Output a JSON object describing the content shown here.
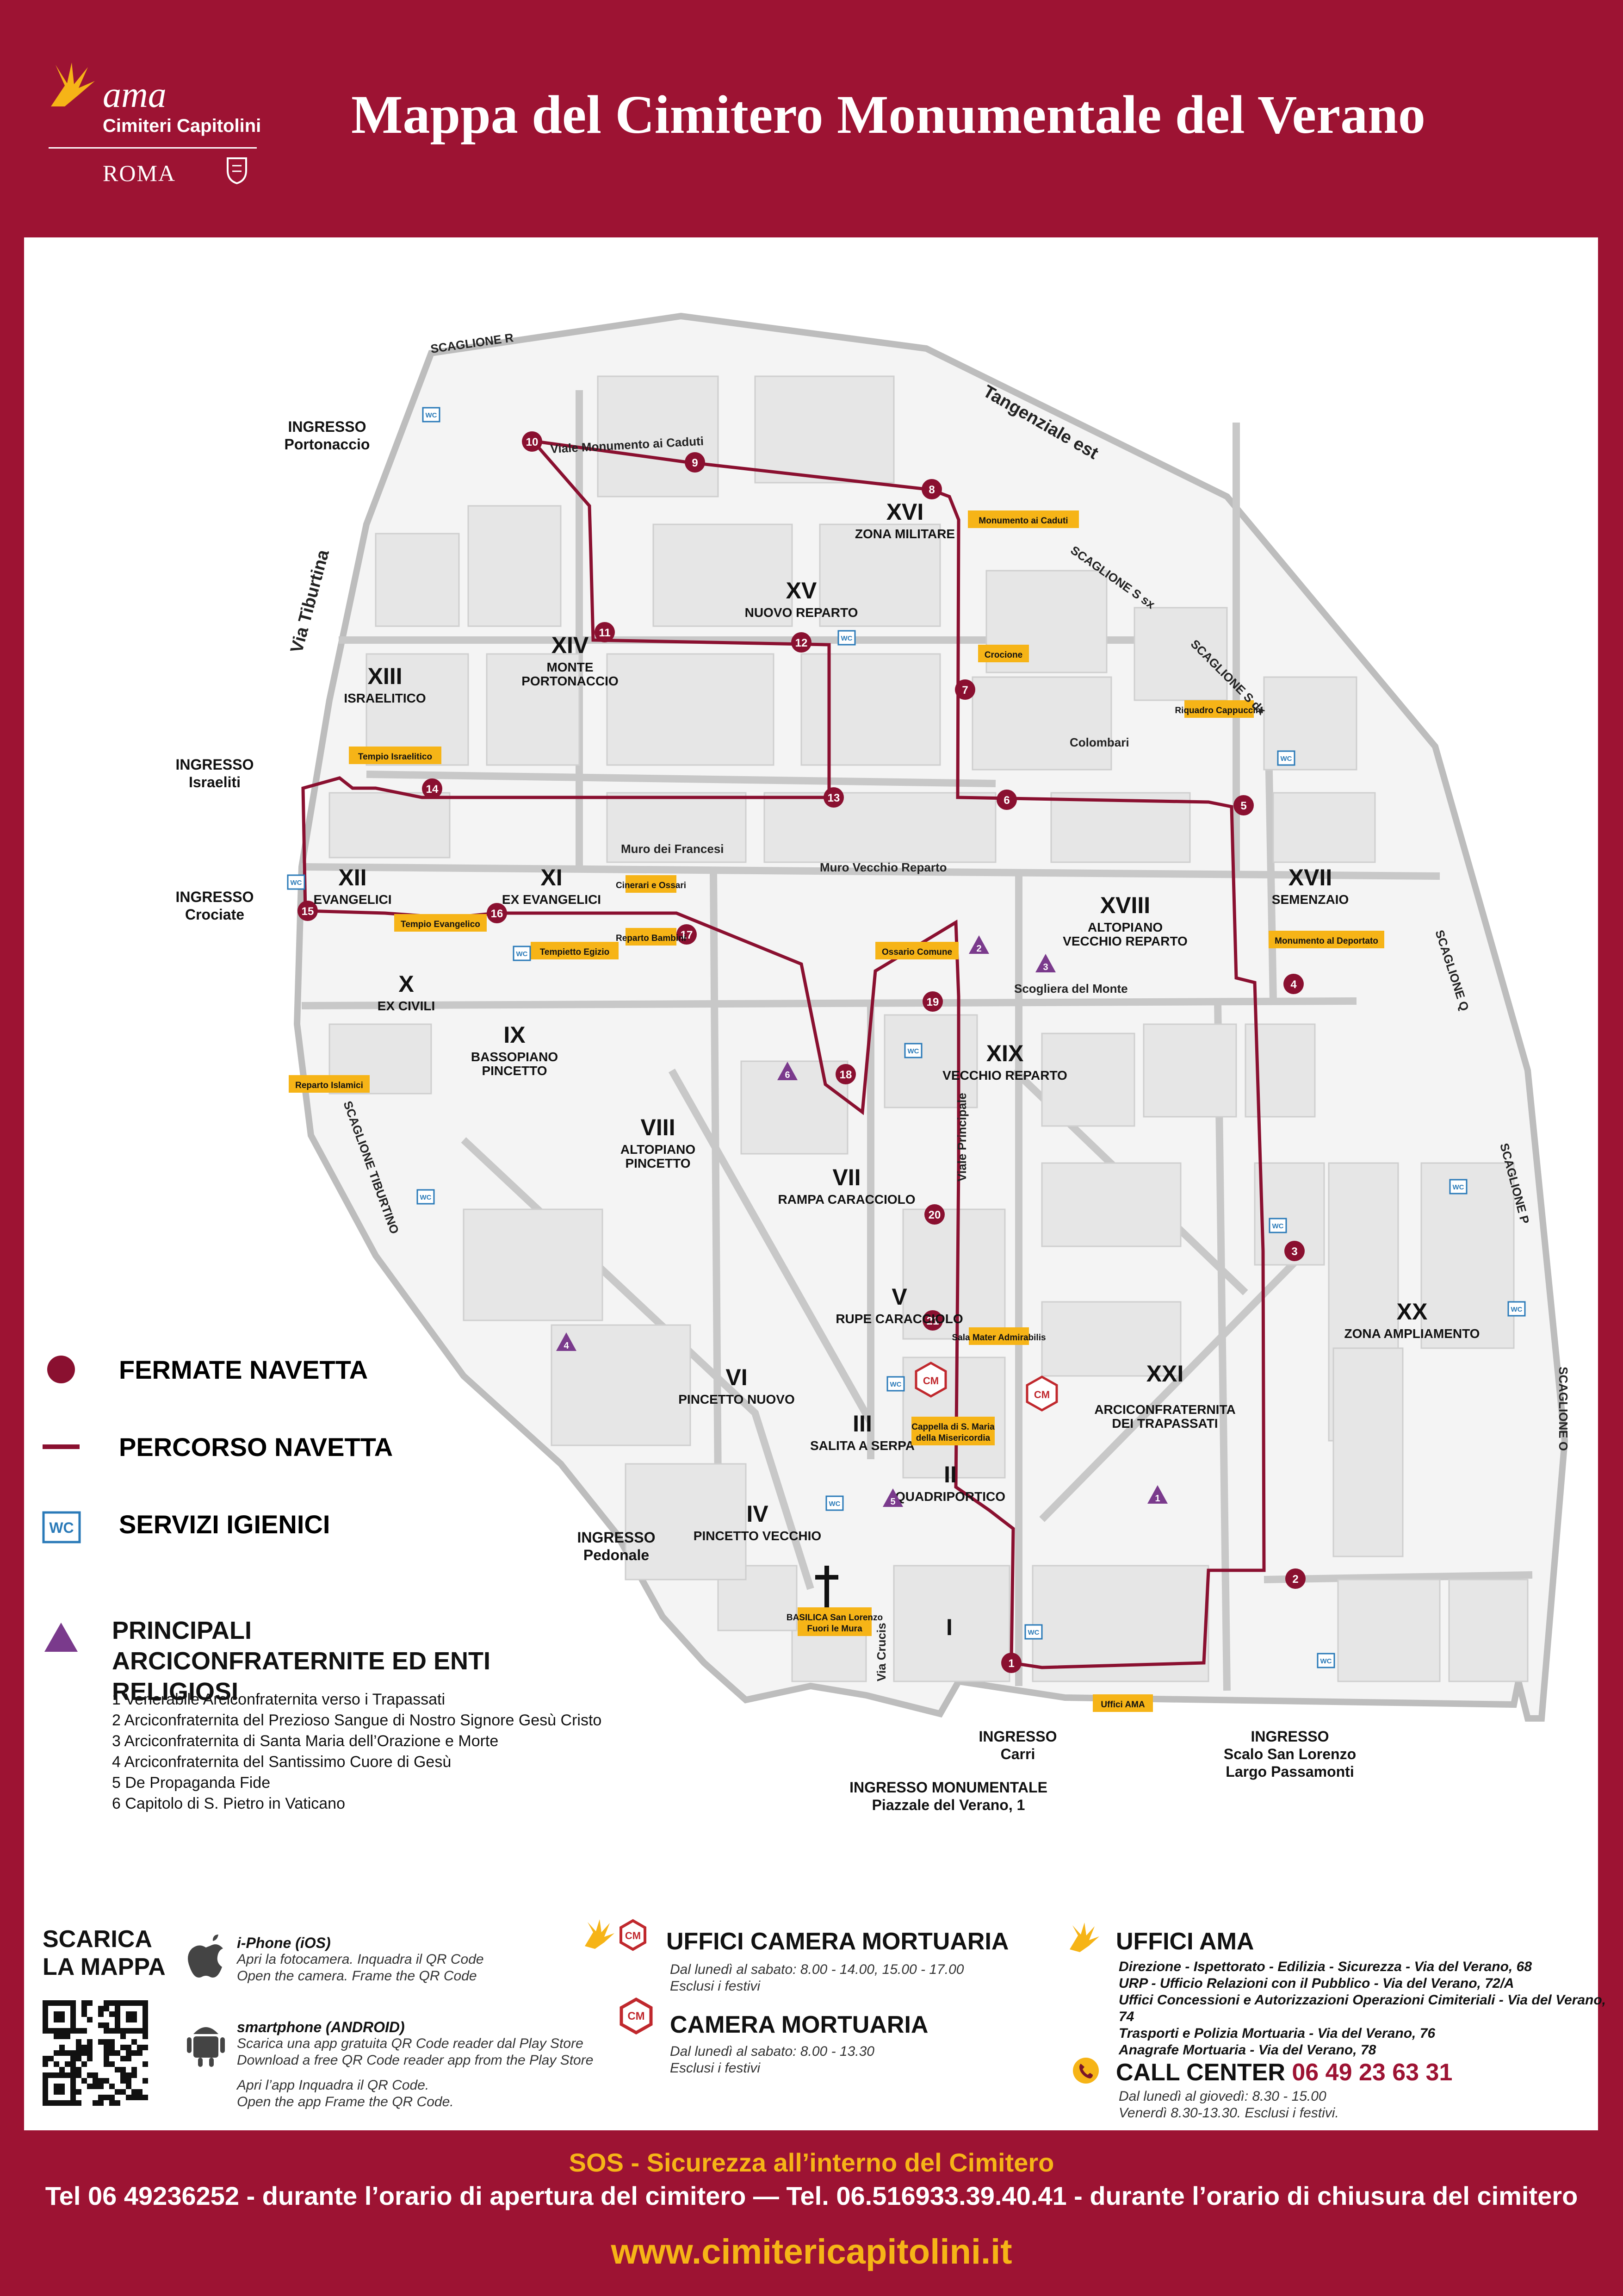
{
  "header": {
    "brand": "ama",
    "brand_sub": "Cimiteri Capitolini",
    "city": "ROMA",
    "title": "Mappa del Cimitero Monumentale del Verano"
  },
  "colors": {
    "maroon": "#9d1333",
    "route": "#8a1030",
    "yellow": "#f6b417",
    "wc_blue": "#2a7ab8",
    "purple": "#7a3a8c"
  },
  "map": {
    "route_stops": [
      "1",
      "2",
      "3",
      "4",
      "5",
      "6",
      "7",
      "8",
      "9",
      "10",
      "11",
      "12",
      "13",
      "14",
      "15",
      "16",
      "17",
      "18",
      "19",
      "20",
      "21"
    ],
    "sectors": [
      {
        "num": "I",
        "name": ""
      },
      {
        "num": "II",
        "name": "QUADRIPORTICO"
      },
      {
        "num": "III",
        "name": "SALITA A SERPA"
      },
      {
        "num": "IV",
        "name": "PINCETTO VECCHIO"
      },
      {
        "num": "V",
        "name": "RUPE CARACCIOLO"
      },
      {
        "num": "VI",
        "name": "PINCETTO NUOVO"
      },
      {
        "num": "VII",
        "name": "RAMPA CARACCIOLO"
      },
      {
        "num": "VIII",
        "name": "ALTOPIANO PINCETTO"
      },
      {
        "num": "IX",
        "name": "BASSOPIANO PINCETTO"
      },
      {
        "num": "X",
        "name": "EX CIVILI"
      },
      {
        "num": "XI",
        "name": "EX EVANGELICI"
      },
      {
        "num": "XII",
        "name": "EVANGELICI"
      },
      {
        "num": "XIII",
        "name": "ISRAELITICO"
      },
      {
        "num": "XIV",
        "name": "MONTE PORTONACCIO"
      },
      {
        "num": "XV",
        "name": "NUOVO REPARTO"
      },
      {
        "num": "XVI",
        "name": "ZONA MILITARE"
      },
      {
        "num": "XVII",
        "name": "SEMENZAIO"
      },
      {
        "num": "XVIII",
        "name": "ALTOPIANO VECCHIO REPARTO"
      },
      {
        "num": "XIX",
        "name": "VECCHIO REPARTO"
      },
      {
        "num": "XX",
        "name": "ZONA AMPLIAMENTO"
      },
      {
        "num": "XXI",
        "name": "ARCICONFRATERNITA DEI TRAPASSATI"
      }
    ],
    "yellow_labels": [
      "Monumento ai Caduti",
      "Crocione",
      "Riquadro Cappuccini",
      "Tempio Israelitico",
      "Tempio Evangelico",
      "Tempietto Egizio",
      "Reparto Bambini",
      "Cinerari e Ossari",
      "Ossario Comune",
      "Monumento al Deportato",
      "Reparto Islamici",
      "Sala Mater Admirabilis",
      "Cappella di S. Maria della Misericordia",
      "BASILICA San Lorenzo Fuori le Mura",
      "Uffici AMA"
    ],
    "road_labels": [
      "SCAGLIONE R",
      "Tangenziale est",
      "SCAGLIONE S sx",
      "SCAGLIONE S dx",
      "SCAGLIONE Q",
      "SCAGLIONE P",
      "SCAGLIONE O",
      "SCAGLIONE TIBURTINO",
      "Via Tiburtina",
      "Viale Monumento ai Caduti",
      "Muro dei Francesi",
      "Muro Vecchio Reparto",
      "Viale Principale",
      "Colombari",
      "Scogliera del Monte",
      "Via Crucis"
    ],
    "entrances": [
      "INGRESSO Portonaccio",
      "INGRESSO Israeliti",
      "INGRESSO Crociate",
      "INGRESSO Pedonale",
      "INGRESSO MONUMENTALE Piazzale del Verano, 1",
      "INGRESSO Carri",
      "INGRESSO Scalo San Lorenzo Largo Passamonti"
    ],
    "arci_markers": [
      "1",
      "2",
      "3",
      "4",
      "5",
      "6"
    ]
  },
  "legend": {
    "stops": "FERMATE NAVETTA",
    "route": "PERCORSO NAVETTA",
    "wc": "SERVIZI IGIENICI",
    "wc_icon_text": "WC",
    "arci_title": "PRINCIPALI ARCICONFRATERNITE ED ENTI RELIGIOSI",
    "arci_items": [
      "1 Venerabile Arciconfraternita verso i Trapassati",
      "2 Arciconfraternita del Prezioso Sangue di Nostro Signore Gesù Cristo",
      "3 Arciconfraternita di Santa Maria dell’Orazione e Morte",
      "4 Arciconfraternita del Santissimo Cuore di Gesù",
      "5 De Propaganda Fide",
      "6 Capitolo di S. Pietro in Vaticano"
    ]
  },
  "footer": {
    "download_title_1": "SCARICA",
    "download_title_2": "LA MAPPA",
    "ios_title": "i-Phone  (iOS)",
    "ios_l1": "Apri la fotocamera. Inquadra il QR Code",
    "ios_l2": "Open the camera. Frame the QR Code",
    "android_title": "smartphone (ANDROID)",
    "android_l1": "Scarica una app gratuita QR Code reader dal Play Store",
    "android_l2": "Download a free QR Code reader app from the Play Store",
    "android_l3": "Apri l’app Inquadra il QR Code.",
    "android_l4": "Open the app Frame the QR Code.",
    "cm_badge": "CM",
    "uffici_cm_title": "UFFICI CAMERA MORTUARIA",
    "uffici_cm_hours": "Dal lunedì al sabato: 8.00 - 14.00, 15.00 - 17.00",
    "uffici_cm_closed": "Esclusi i festivi",
    "cm_title": "CAMERA MORTUARIA",
    "cm_hours": "Dal lunedì al sabato: 8.00 - 13.30",
    "cm_closed": "Esclusi i festivi",
    "ama_title": "UFFICI AMA",
    "ama_l1": "Direzione - Ispettorato - Edilizia - Sicurezza - Via del Verano, 68",
    "ama_l2": "URP - Ufficio Relazioni con il Pubblico - Via del Verano, 72/A",
    "ama_l3": "Uffici Concessioni e Autorizzazioni Operazioni Cimiteriali - Via del Verano, 74",
    "ama_l4": "Trasporti e Polizia Mortuaria - Via del Verano, 76",
    "ama_l5": "Anagrafe Mortuaria - Via del Verano, 78",
    "call_title": "CALL CENTER",
    "call_number": "06 49 23 63 31",
    "call_l1": "Dal lunedì al giovedì: 8.30 - 15.00",
    "call_l2": "Venerdì 8.30-13.30. Esclusi i festivi."
  },
  "bottom": {
    "sos": "SOS - Sicurezza all’interno del Cimitero",
    "tel": "Tel 06 49236252 - durante l’orario di apertura del cimitero — Tel. 06.516933.39.40.41 - durante l’orario di chiusura del cimitero",
    "web": "www.cimitericapitolini.it"
  }
}
